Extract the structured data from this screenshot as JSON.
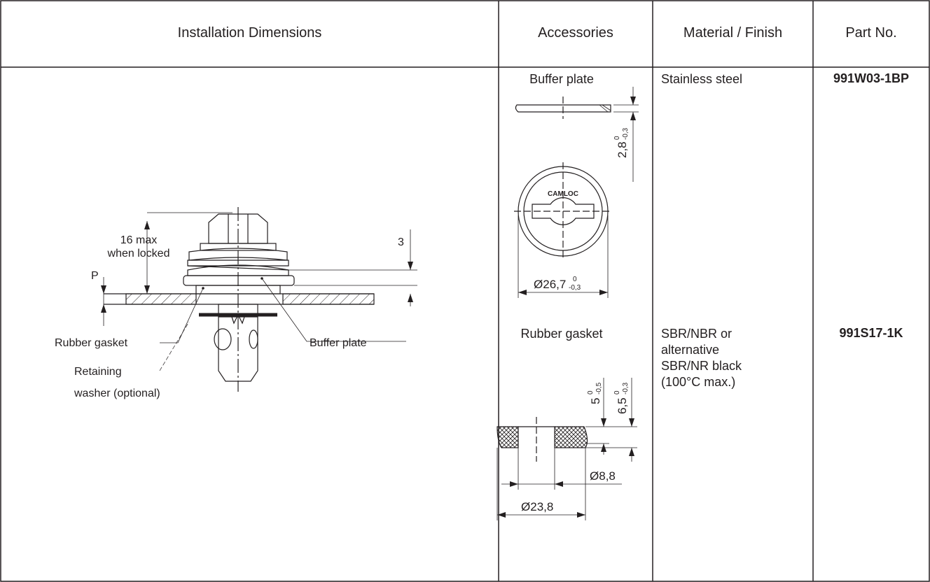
{
  "header": {
    "installation": "Installation Dimensions",
    "accessories": "Accessories",
    "material": "Material / Finish",
    "part_no": "Part No."
  },
  "rows": [
    {
      "accessory": "Buffer plate",
      "material": "Stainless steel",
      "part_no": "991W03-1BP",
      "dims": {
        "thickness": "2,8",
        "thickness_tol_upper": "0",
        "thickness_tol_lower": "-0,3",
        "diameter": "26,7",
        "diameter_tol_upper": "0",
        "diameter_tol_lower": "-0,3",
        "brand_mark": "CAMLOC"
      }
    },
    {
      "accessory": "Rubber gasket",
      "material_lines": [
        "SBR/NBR or",
        "alternative",
        "SBR/NR black",
        "(100°C  max.)"
      ],
      "part_no": "991S17-1K",
      "dims": {
        "height_inner": "5",
        "height_inner_tol_upper": "0",
        "height_inner_tol_lower": "-0,5",
        "height_outer": "6,5",
        "height_outer_tol_upper": "0",
        "height_outer_tol_lower": "-0,3",
        "inner_diameter": "8,8",
        "outer_diameter": "23,8"
      }
    }
  ],
  "installation_drawing": {
    "height_label_1": "16 max",
    "height_label_2": "when locked",
    "dim_3": "3",
    "dim_p": "P",
    "callout_rubber_gasket": "Rubber gasket",
    "callout_buffer_plate": "Buffer plate",
    "callout_retaining_1": "Retaining",
    "callout_retaining_2": "washer (optional)"
  },
  "symbols": {
    "diameter": "Ø"
  }
}
